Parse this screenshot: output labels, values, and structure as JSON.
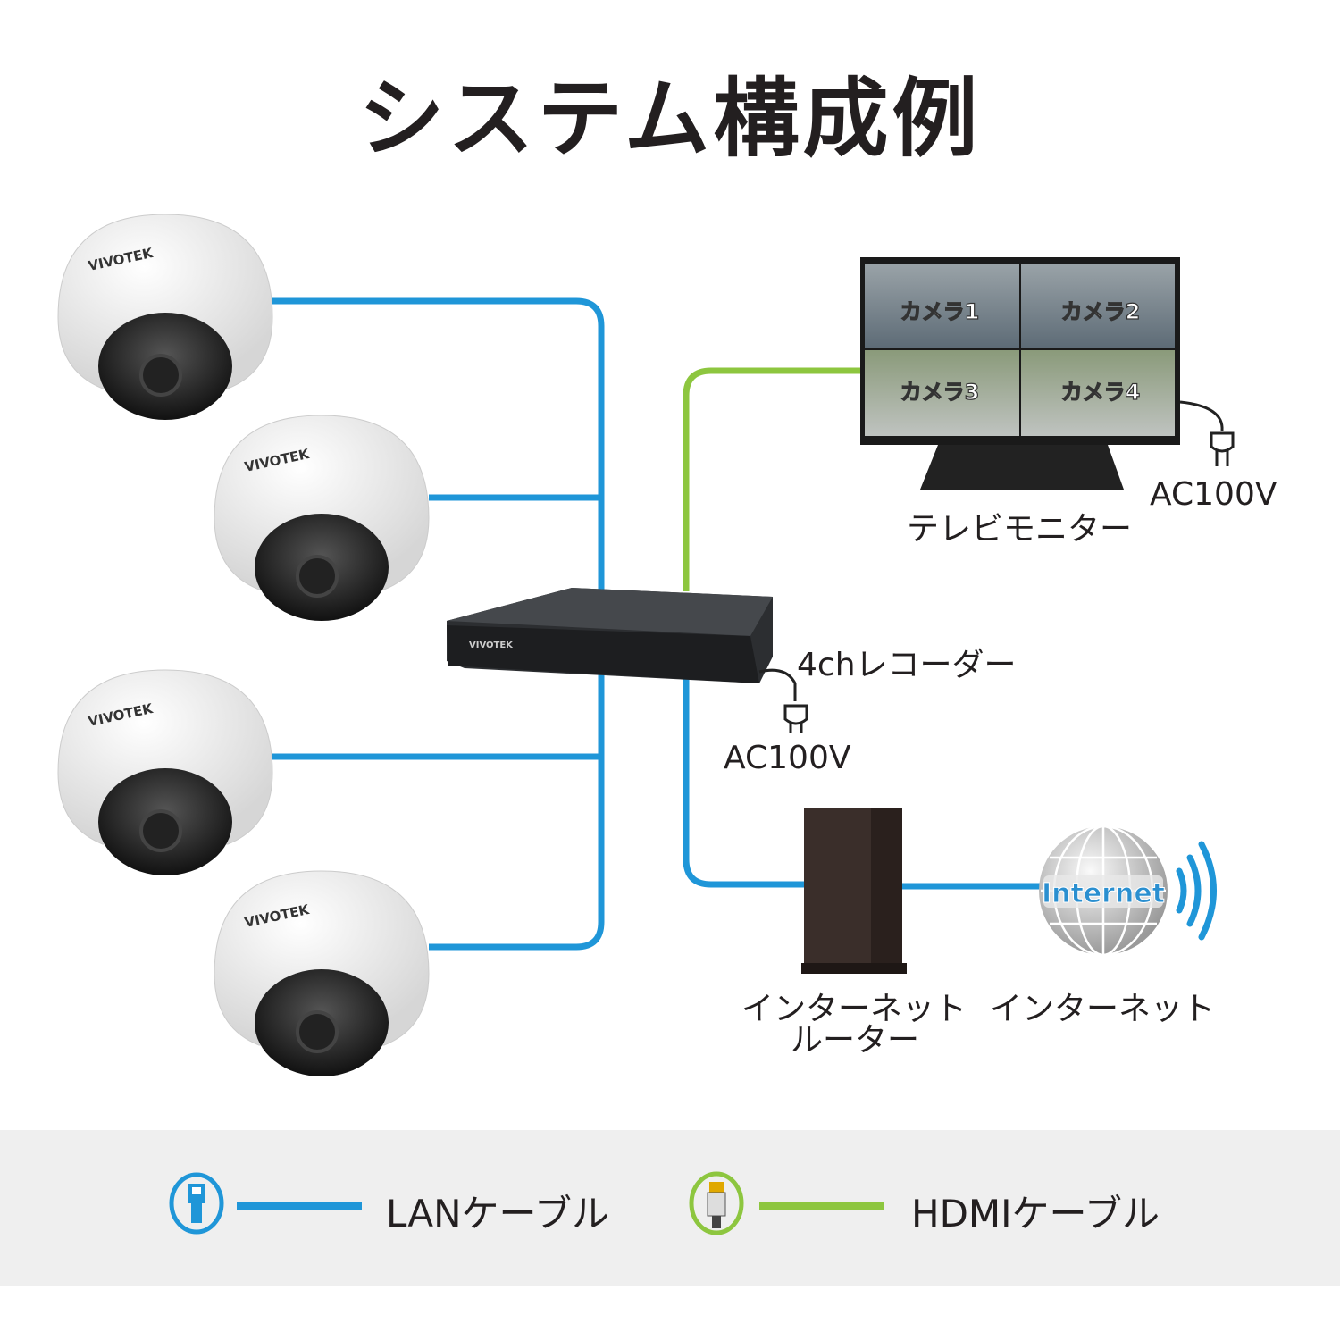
{
  "title": "システム構成例",
  "colors": {
    "lan": "#1f96d8",
    "hdmi": "#8dc63f",
    "text": "#231f20",
    "legend_bg": "#efefef"
  },
  "camera_brand": "VIVOTEK",
  "monitor": {
    "label": "テレビモニター",
    "power": "AC100V",
    "tiles": [
      "カメラ1",
      "カメラ2",
      "カメラ3",
      "カメラ4"
    ]
  },
  "recorder": {
    "label": "4chレコーダー",
    "power": "AC100V",
    "brand": "VIVOTEK"
  },
  "router": {
    "label_line1": "インターネット",
    "label_line2": "ルーター"
  },
  "internet": {
    "label": "インターネット",
    "globe_text": "Internet"
  },
  "legend": {
    "lan": {
      "label": "LANケーブル",
      "icon": "lan-plug-icon"
    },
    "hdmi": {
      "label": "HDMIケーブル",
      "icon": "hdmi-plug-icon"
    }
  }
}
